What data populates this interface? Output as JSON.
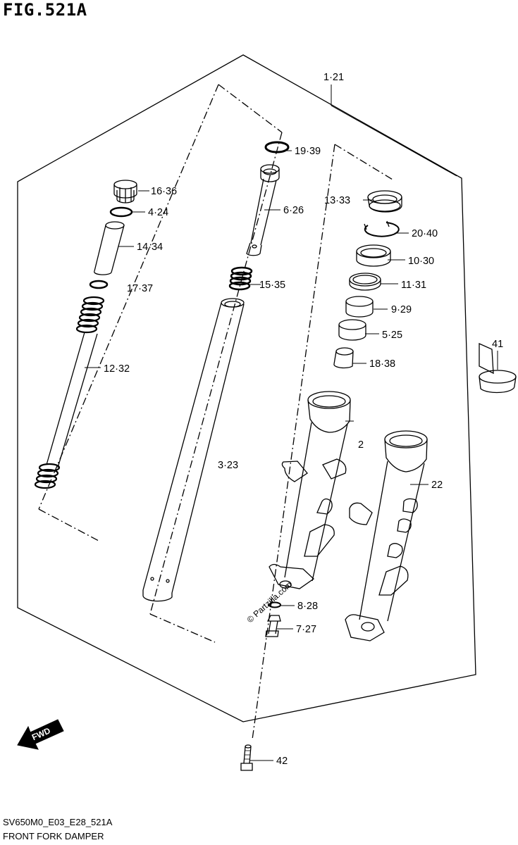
{
  "figure": {
    "title": "FIG.521A",
    "code": "SV650M0_E03_E28_521A",
    "name": "FRONT FORK DAMPER"
  },
  "watermark": "© Partzilla.com",
  "fwd_label": "FWD",
  "callouts": [
    {
      "id": "p1",
      "label": "1·21"
    },
    {
      "id": "p19",
      "label": "19·39"
    },
    {
      "id": "p16",
      "label": "16·36"
    },
    {
      "id": "p4",
      "label": "4·24"
    },
    {
      "id": "p6",
      "label": "6·26"
    },
    {
      "id": "p13",
      "label": "13·33"
    },
    {
      "id": "p20",
      "label": "20·40"
    },
    {
      "id": "p14",
      "label": "14·34"
    },
    {
      "id": "p10",
      "label": "10·30"
    },
    {
      "id": "p15",
      "label": "15·35"
    },
    {
      "id": "p11",
      "label": "11·31"
    },
    {
      "id": "p17",
      "label": "17·37"
    },
    {
      "id": "p9",
      "label": "9·29"
    },
    {
      "id": "p5",
      "label": "5·25"
    },
    {
      "id": "p41",
      "label": "41"
    },
    {
      "id": "p18",
      "label": "18·38"
    },
    {
      "id": "p12",
      "label": "12·32"
    },
    {
      "id": "p2",
      "label": "2"
    },
    {
      "id": "p3",
      "label": "3·23"
    },
    {
      "id": "p22",
      "label": "22"
    },
    {
      "id": "p8",
      "label": "8·28"
    },
    {
      "id": "p7",
      "label": "7·27"
    },
    {
      "id": "p42",
      "label": "42"
    }
  ]
}
